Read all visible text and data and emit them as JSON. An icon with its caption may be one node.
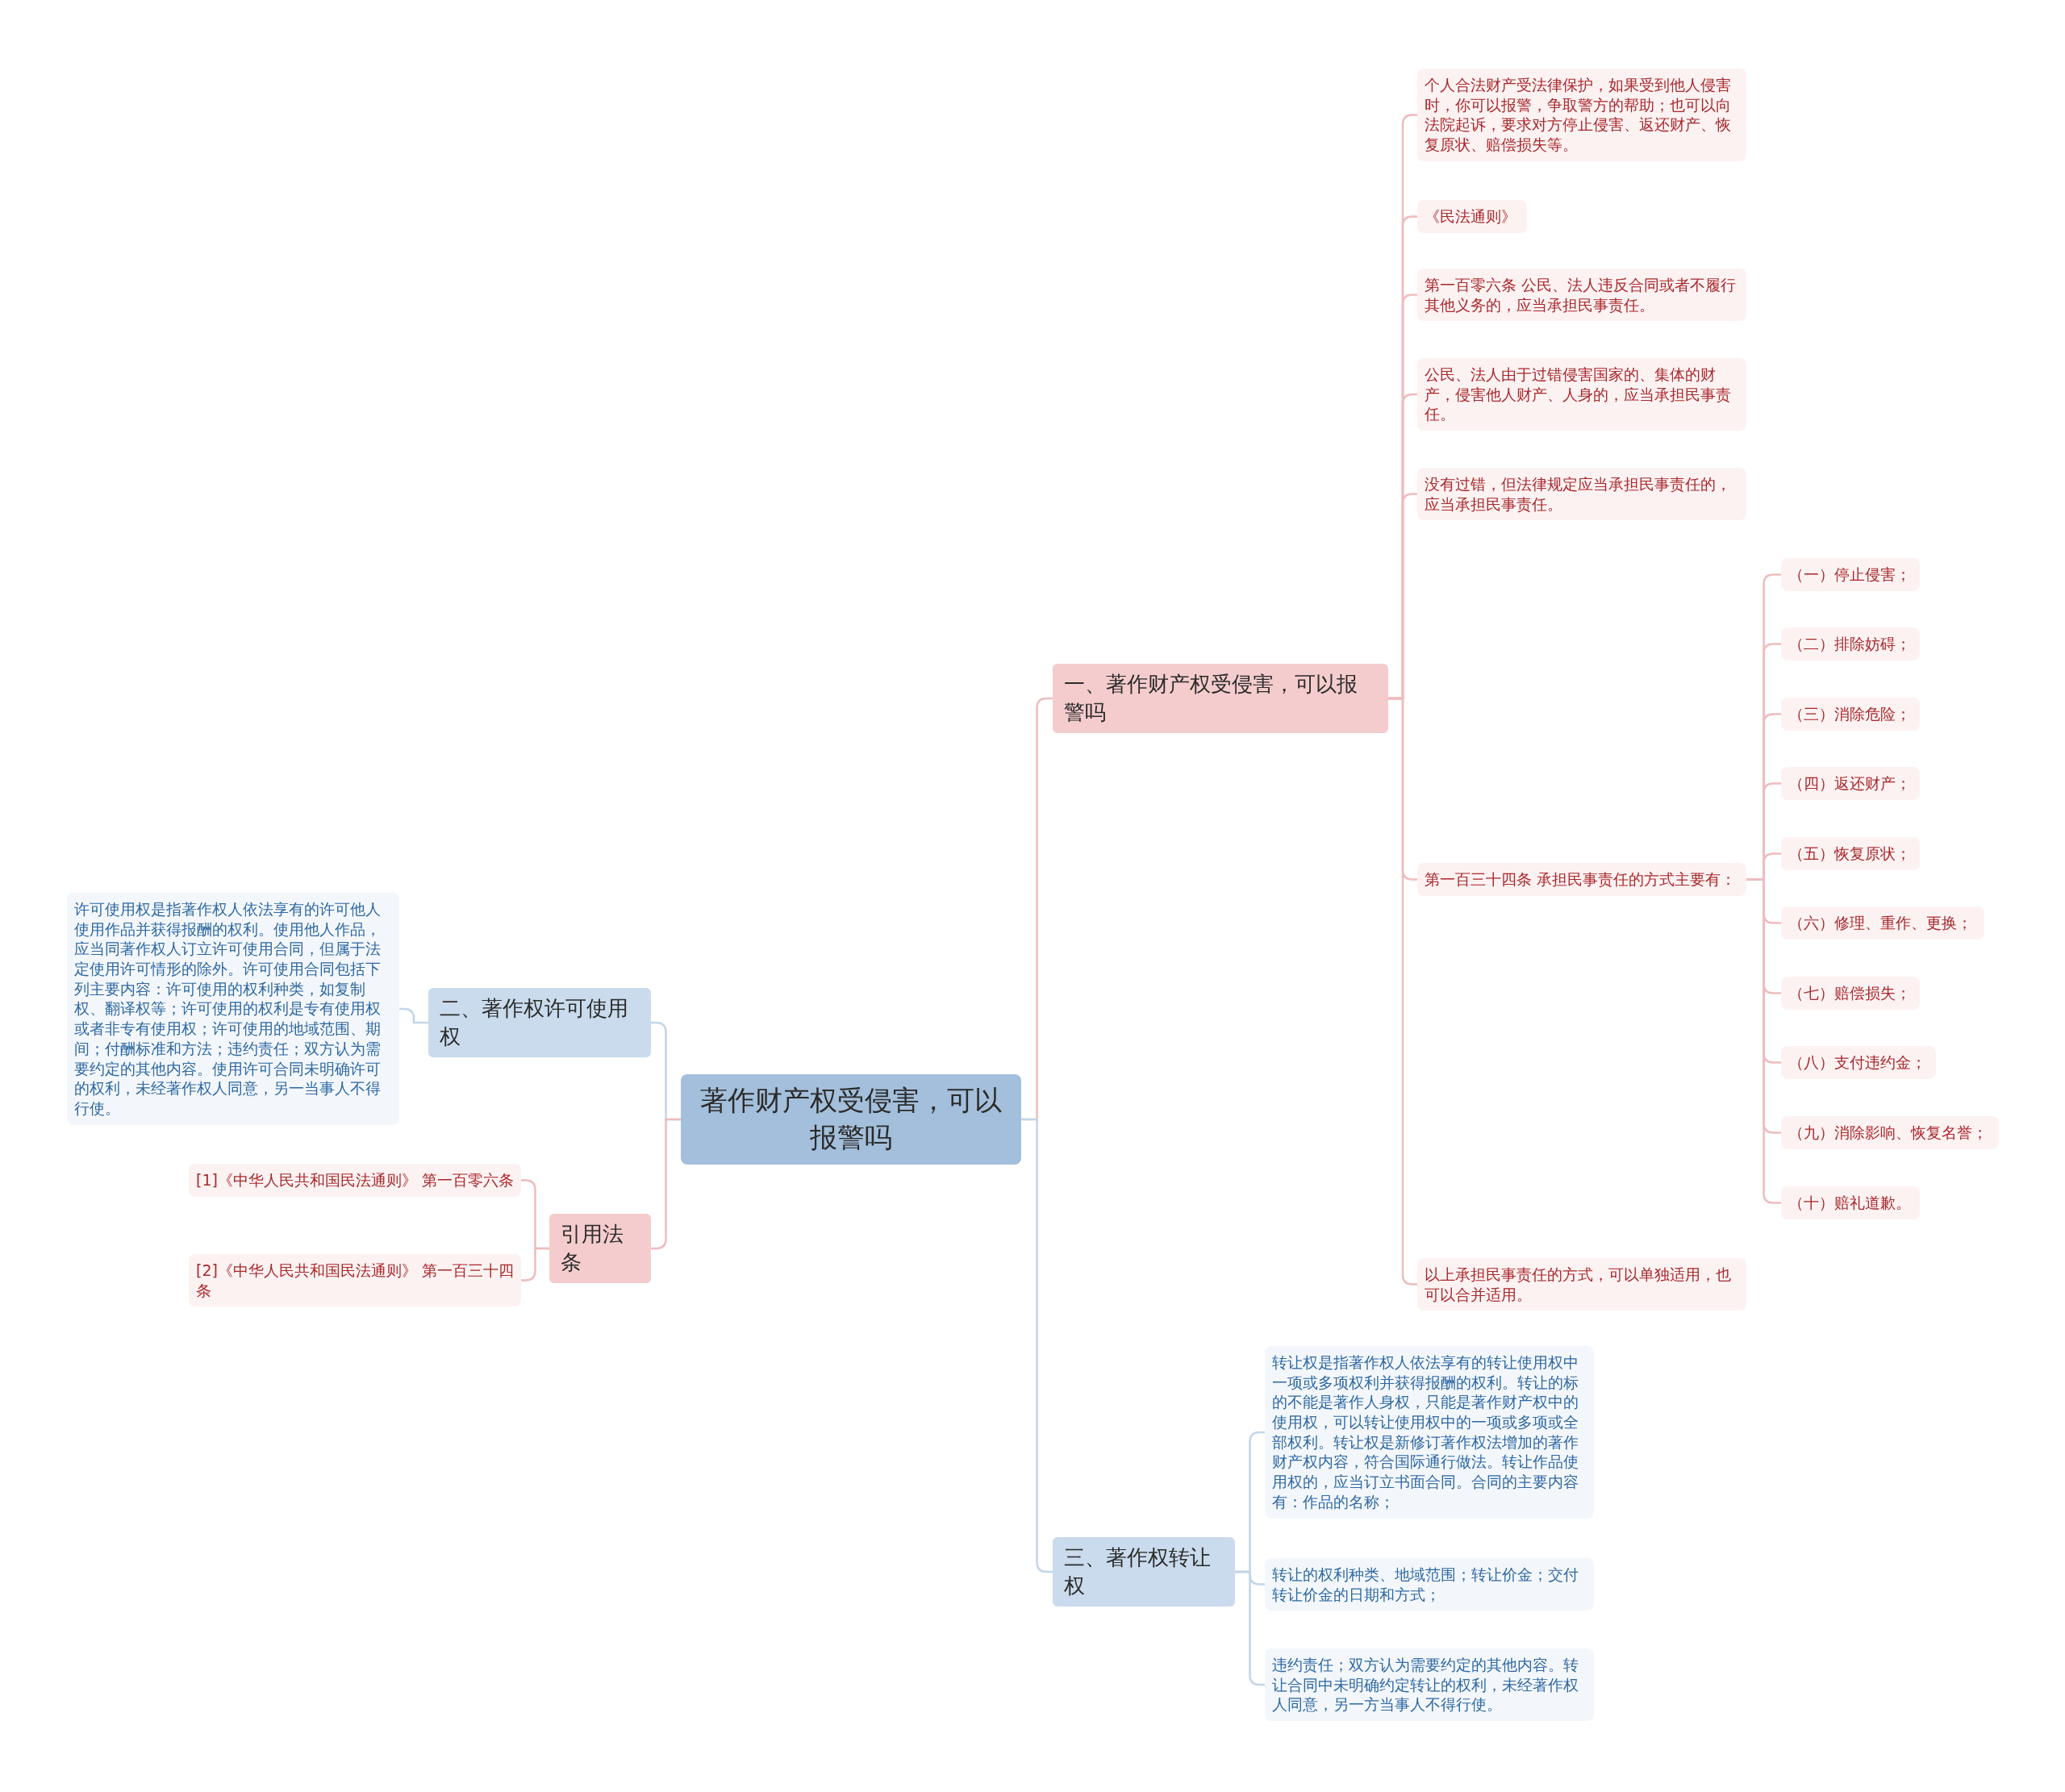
{
  "diagram": {
    "nodes": [
      {
        "text": [
          "著作财产权受侵害，可以报警吗"
        ]
      },
      {
        "text": [
          "一、著作财产权受侵害，可以报警吗"
        ]
      },
      {
        "text": [
          "个人合法财产受法律保护，如果受到他人侵害时，你可以报警，争取警方的帮助；也可以向法院起诉，要求对方停止侵害、返还财产、恢复原状、赔偿损失等。"
        ]
      },
      {
        "text": [
          "《民法通则》"
        ]
      },
      {
        "text": [
          "第一百零六条 公民、法人违反合同或者不履行其他义务的，应当承担民事责任。"
        ]
      },
      {
        "text": [
          "公民、法人由于过错侵害国家的、集体的财产，侵害他人财产、人身的，应当承担民事责任。"
        ]
      },
      {
        "text": [
          "没有过错，但法律规定应当承担民事责任的，应当承担民事责任。"
        ]
      },
      {
        "text": [
          "第一百三十四条 承担民事责任的方式主要有："
        ]
      },
      {
        "text": [
          "（一）停止侵害；"
        ]
      },
      {
        "text": [
          "（二）排除妨碍；"
        ]
      },
      {
        "text": [
          "（三）消除危险；"
        ]
      },
      {
        "text": [
          "（四）返还财产；"
        ]
      },
      {
        "text": [
          "（五）恢复原状；"
        ]
      },
      {
        "text": [
          "（六）修理、重作、更换；"
        ]
      },
      {
        "text": [
          "（七）赔偿损失；"
        ]
      },
      {
        "text": [
          "（八）支付违约金；"
        ]
      },
      {
        "text": [
          "（九）消除影响、恢复名誉；"
        ]
      },
      {
        "text": [
          "（十）赔礼道歉。"
        ]
      },
      {
        "text": [
          "以上承担民事责任的方式，可以单独适用，也可以合并适用。"
        ]
      },
      {
        "text": [
          "三、著作权转让权"
        ]
      },
      {
        "text": [
          "转让权是指著作权人依法享有的转让使用权中一项或多项权利并获得报酬的权利。转让的标的不能是著作人身权，只能是著作财产权中的使用权，可以转让使用权中的一项或多项或全部权利。转让权是新修订著作权法增加的著作财产权内容，符合国际通行做法。转让作品使用权的，应当订立书面合同。合同的主要内容有：作品的名称；"
        ]
      },
      {
        "text": [
          "转让的权利种类、地域范围；转让价金；交付转让价金的日期和方式；"
        ]
      },
      {
        "text": [
          "违约责任；双方认为需要约定的其他内容。转让合同中未明确约定转让的权利，未经著作权人同意，另一方当事人不得行使。"
        ]
      },
      {
        "text": [
          "二、著作权许可使用权"
        ]
      },
      {
        "text": [
          "许可使用权是指著作权人依法享有的许可他人使用作品并获得报酬的权利。使用他人作品，应当同著作权人订立许可使用合同，但属于法定使用许可情形的除外。许可使用合同包括下列主要内容：许可使用的权利种类，如复制权、翻译权等；许可使用的权利是专有使用权或者非专有使用权；许可使用的地域范围、期间；付酬标准和方法；违约责任；双方认为需要约定的其他内容。使用许可合同未明确许可的权利，未经著作权人同意，另一当事人不得行使。"
        ]
      },
      {
        "text": [
          "引用法条"
        ]
      },
      {
        "text": [
          "[1]《中华人民共和国民法通则》 第一百零六条"
        ]
      },
      {
        "text": [
          "[2]《中华人民共和国民法通则》 第一百三十四条"
        ]
      }
    ],
    "edges": [
      {
        "from": 0,
        "to": 1,
        "arrow": "none"
      },
      {
        "from": 1,
        "to": 2,
        "arrow": "none"
      },
      {
        "from": 1,
        "to": 3,
        "arrow": "none"
      },
      {
        "from": 1,
        "to": 4,
        "arrow": "none"
      },
      {
        "from": 1,
        "to": 5,
        "arrow": "none"
      },
      {
        "from": 1,
        "to": 6,
        "arrow": "none"
      },
      {
        "from": 1,
        "to": 7,
        "arrow": "none"
      },
      {
        "from": 7,
        "to": 8,
        "arrow": "none"
      },
      {
        "from": 7,
        "to": 9,
        "arrow": "none"
      },
      {
        "from": 7,
        "to": 10,
        "arrow": "none"
      },
      {
        "from": 7,
        "to": 11,
        "arrow": "none"
      },
      {
        "from": 7,
        "to": 12,
        "arrow": "none"
      },
      {
        "from": 7,
        "to": 13,
        "arrow": "none"
      },
      {
        "from": 7,
        "to": 14,
        "arrow": "none"
      },
      {
        "from": 7,
        "to": 15,
        "arrow": "none"
      },
      {
        "from": 7,
        "to": 16,
        "arrow": "none"
      },
      {
        "from": 7,
        "to": 17,
        "arrow": "none"
      },
      {
        "from": 1,
        "to": 18,
        "arrow": "none"
      },
      {
        "from": 0,
        "to": 19,
        "arrow": "none",
        "color": "#c3d5e8"
      },
      {
        "from": 19,
        "to": 20,
        "arrow": "none",
        "color": "#c3d5e8"
      },
      {
        "from": 19,
        "to": 21,
        "arrow": "none",
        "color": "#c3d5e8"
      },
      {
        "from": 19,
        "to": 22,
        "arrow": "none",
        "color": "#c3d5e8"
      },
      {
        "from": 0,
        "to": 23,
        "arrow": "none",
        "color": "#c3d5e8"
      },
      {
        "from": 23,
        "to": 24,
        "arrow": "none",
        "color": "#c3d5e8"
      },
      {
        "from": 0,
        "to": 25,
        "arrow": "none"
      },
      {
        "from": 25,
        "to": 26,
        "arrow": "none"
      },
      {
        "from": 25,
        "to": 27,
        "arrow": "none"
      }
    ]
  }
}
